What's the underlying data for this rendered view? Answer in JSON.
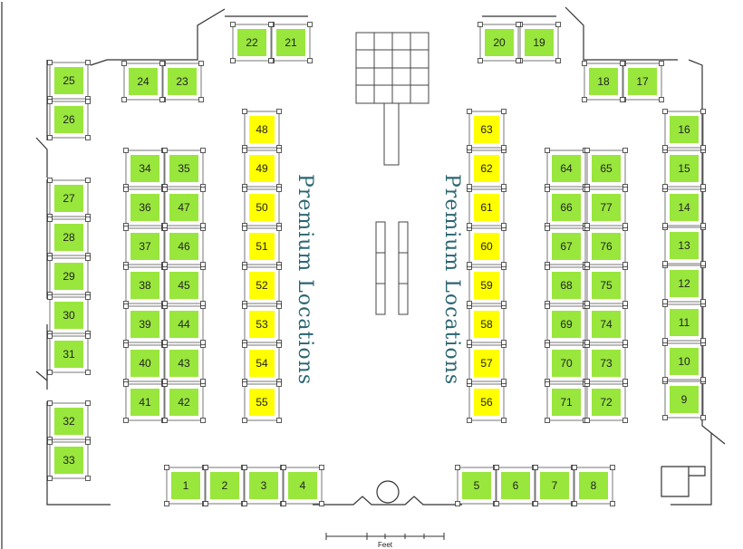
{
  "colors": {
    "standard_booth": "#99e63d",
    "premium_booth": "#ffff00",
    "wall": "#333333",
    "label": "#2a6672"
  },
  "labels": {
    "premium_left": "Premium Locations",
    "premium_right": "Premium Locations",
    "scale": "Feet"
  },
  "booths": {
    "standard": [
      "1",
      "2",
      "3",
      "4",
      "5",
      "6",
      "7",
      "8",
      "9",
      "10",
      "11",
      "12",
      "13",
      "14",
      "15",
      "16",
      "17",
      "18",
      "19",
      "20",
      "21",
      "22",
      "23",
      "24",
      "25",
      "26",
      "27",
      "28",
      "29",
      "30",
      "31",
      "32",
      "33",
      "34",
      "35",
      "36",
      "37",
      "38",
      "39",
      "40",
      "41",
      "42",
      "43",
      "44",
      "45",
      "46",
      "47",
      "64",
      "65",
      "66",
      "67",
      "68",
      "69",
      "70",
      "71",
      "72",
      "73",
      "74",
      "75",
      "76",
      "77"
    ],
    "premium": [
      "48",
      "49",
      "50",
      "51",
      "52",
      "53",
      "54",
      "55",
      "56",
      "57",
      "58",
      "59",
      "60",
      "61",
      "62",
      "63"
    ]
  }
}
